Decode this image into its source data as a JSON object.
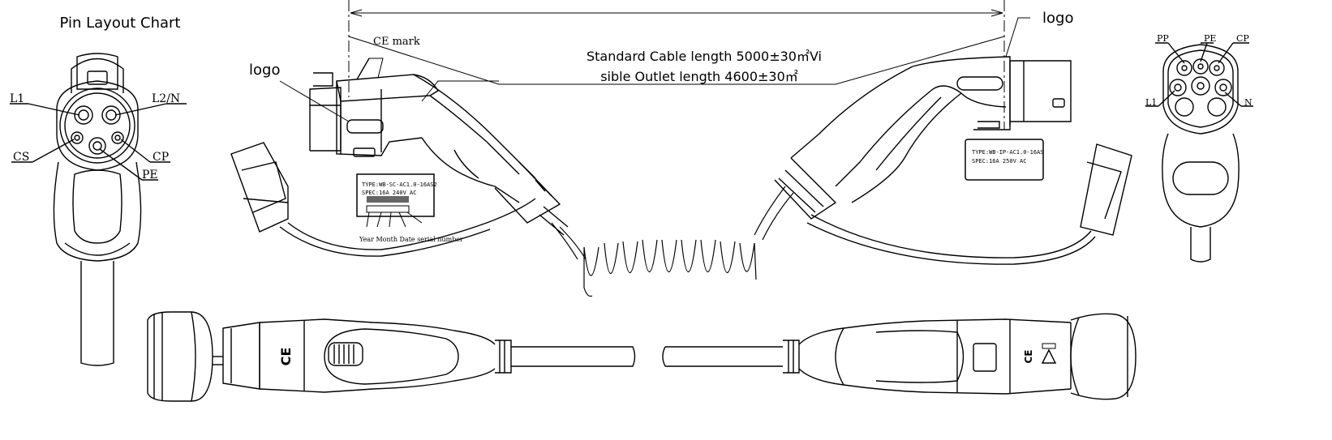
{
  "title": "Pin Layout Chart",
  "logo_label": "logo",
  "ce_mark_label": "CE mark",
  "cable_length_line1": "Standard Cable length 5000±30㎡Vi",
  "cable_length_line2": "sible Outlet length 4600±30㎡",
  "left_pins": {
    "l1": "L1",
    "l2n": "L2/N",
    "cs": "CS",
    "cp": "CP",
    "pe": "PE"
  },
  "right_pins": {
    "pp": "PP",
    "pe": "PE",
    "cp": "CP",
    "l1": "L1",
    "n": "N"
  },
  "label_left": {
    "type": "TYPE:WB-SC-AC1.0-16AS2",
    "spec": "SPEC:16A   240V AC",
    "serial_caption": "Year Month Date serial number"
  },
  "label_right": {
    "type": "TYPE:WB-IP-AC1.0-16AS",
    "spec": "SPEC:16A    250V AC"
  },
  "ce_symbol": "CE"
}
